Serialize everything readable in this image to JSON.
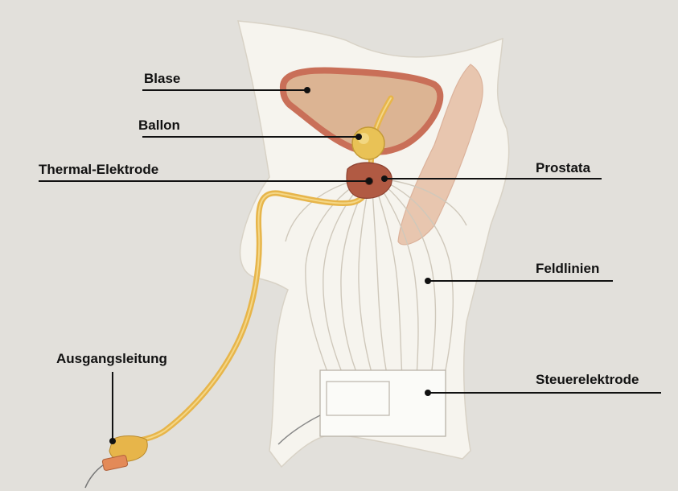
{
  "labels": {
    "blase": "Blase",
    "ballon": "Ballon",
    "thermal": "Thermal-Elektrode",
    "prostata": "Prostata",
    "feldlinien": "Feldlinien",
    "ausgang": "Ausgangsleitung",
    "steuer": "Steuerelektrode"
  },
  "colors": {
    "background": "#e2e0db",
    "skin": "#f6f4ee",
    "bladder_wall": "#c96f58",
    "bladder_inner": "#dcb493",
    "catheter": "#e7b54a",
    "tissue_red": "#b15a43",
    "field_lines": "#cfc8bb",
    "leader": "#111111"
  }
}
